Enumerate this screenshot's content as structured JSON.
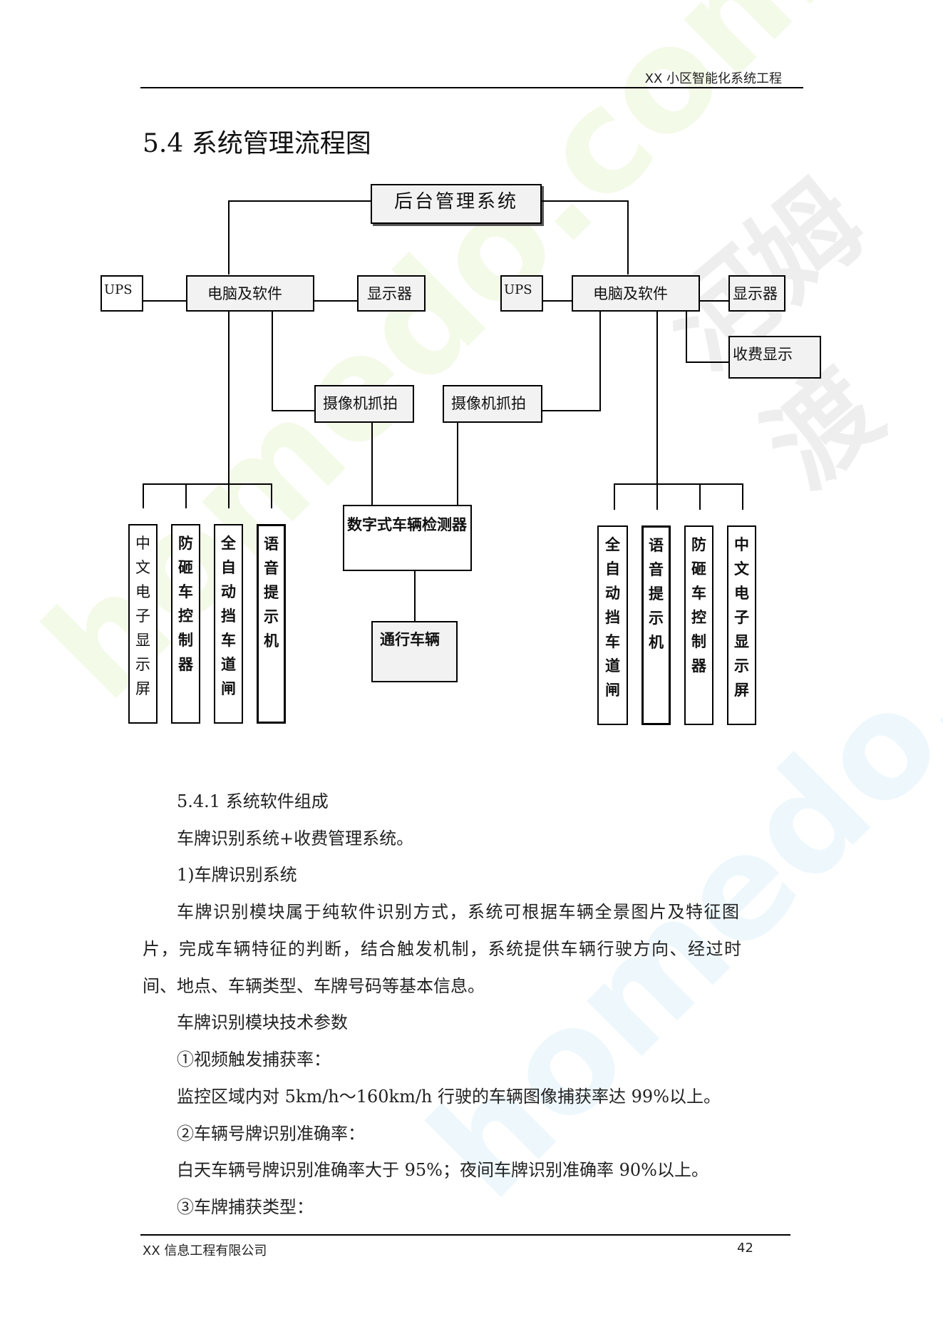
{
  "header": {
    "title": "XX 小区智能化系统工程"
  },
  "section_title": "5.4  系统管理流程图",
  "diagram": {
    "top": "后台管理系统",
    "left": {
      "ups": "UPS",
      "pc": "电脑及软件",
      "display": "显示器",
      "camera": "摄像机抓拍",
      "devices": [
        "中文电子显示屏",
        "防砸车控制器",
        "全自动挡车道闸",
        "语音提示机"
      ]
    },
    "right": {
      "ups": "UPS",
      "pc": "电脑及软件",
      "display": "显示器",
      "fee": "收费显示",
      "camera": "摄像机抓拍",
      "devices": [
        "全自动挡车道闸",
        "语音提示机",
        "防砸车控制器",
        "中文电子显示屏"
      ]
    },
    "detector": "数字式车辆检测器",
    "vehicle": "通行车辆"
  },
  "body": {
    "p1": "5.4.1 系统软件组成",
    "p2": "车牌识别系统+收费管理系统。",
    "p3": "1)车牌识别系统",
    "p4_l1": "车牌识别模块属于纯软件识别方式，系统可根据车辆全景图片及特征图",
    "p4_l2": "片，完成车辆特征的判断，结合触发机制，系统提供车辆行驶方向、经过时",
    "p4_l3": "间、地点、车辆类型、车牌号码等基本信息。",
    "p5": "车牌识别模块技术参数",
    "p6": "①视频触发捕获率：",
    "p7": "监控区域内对 5km/h～160km/h 行驶的车辆图像捕获率达 99%以上。",
    "p8": "②车辆号牌识别准确率：",
    "p9": "白天车辆号牌识别准确率大于 95%；夜间车牌识别准确率 90%以上。",
    "p10": "③车牌捕获类型："
  },
  "footer": {
    "company": "XX 信息工程有限公司",
    "page": "42"
  },
  "watermark": {
    "brand": "河姆渡",
    "url": "homedo.com"
  }
}
